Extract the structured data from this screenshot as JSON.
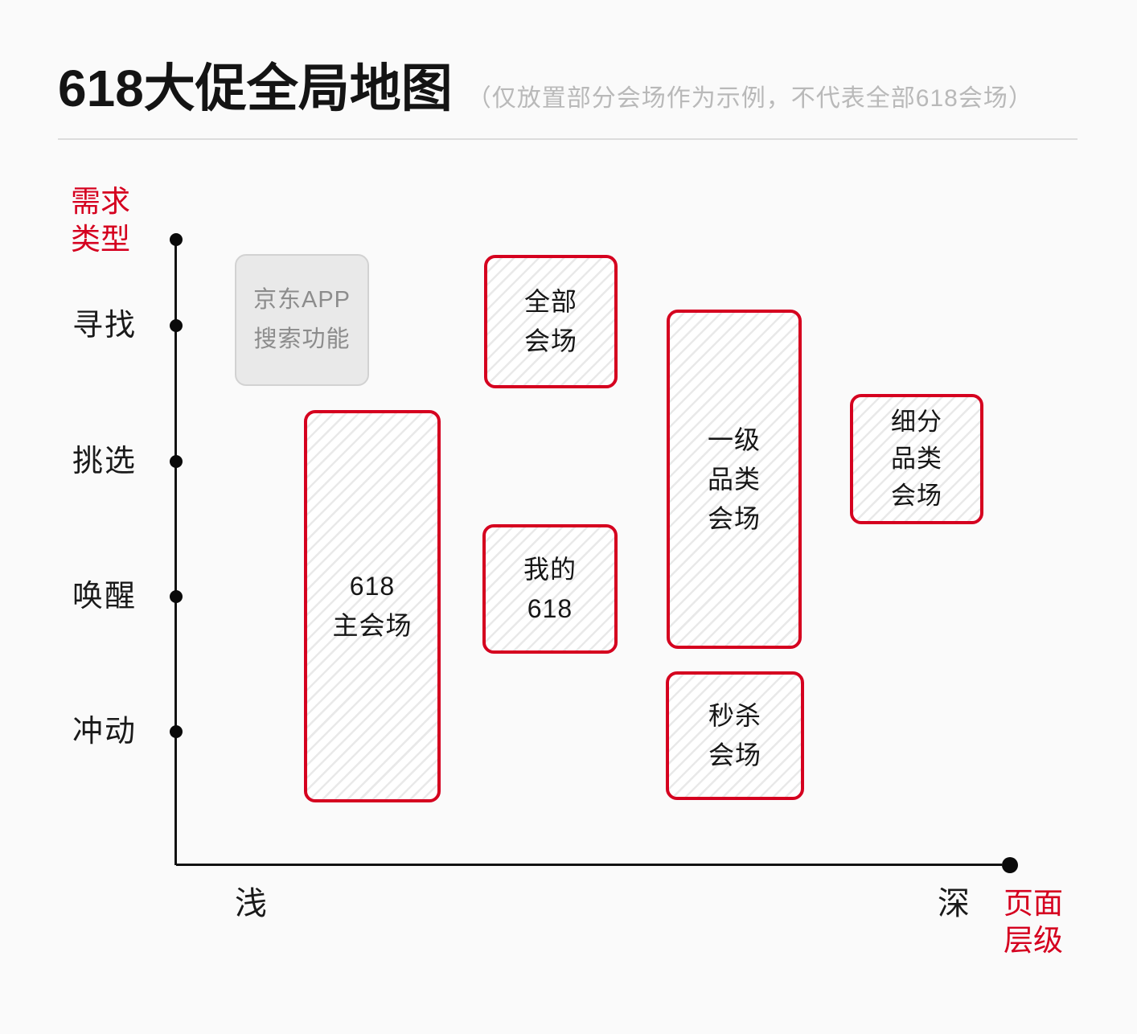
{
  "colors": {
    "accent_red": "#d5001f",
    "ink_black": "#161616",
    "muted_gray": "#8c8c8c",
    "page_bg": "#fafafa"
  },
  "header": {
    "title": "618大促全局地图",
    "subtitle": "（仅放置部分会场作为示例，不代表全部618会场）"
  },
  "y_axis": {
    "title_lines": [
      "需求",
      "类型"
    ],
    "ticks": [
      "寻找",
      "挑选",
      "唤醒",
      "冲动"
    ]
  },
  "x_axis": {
    "title_lines": [
      "页面",
      "层级"
    ],
    "left_label": "浅",
    "right_label": "深"
  },
  "nodes": {
    "jd_app_search": {
      "lines": [
        "京东APP",
        "搜索功能"
      ]
    },
    "all_venues": {
      "lines": [
        "全部",
        "会场"
      ]
    },
    "main_618": {
      "lines": [
        "618",
        "主会场"
      ]
    },
    "my_618": {
      "lines": [
        "我的",
        "618"
      ]
    },
    "level1_category": {
      "lines": [
        "一级",
        "品类",
        "会场"
      ]
    },
    "flash_sale": {
      "lines": [
        "秒杀",
        "会场"
      ]
    },
    "segment_category": {
      "lines": [
        "细分",
        "品类",
        "会场"
      ]
    }
  }
}
